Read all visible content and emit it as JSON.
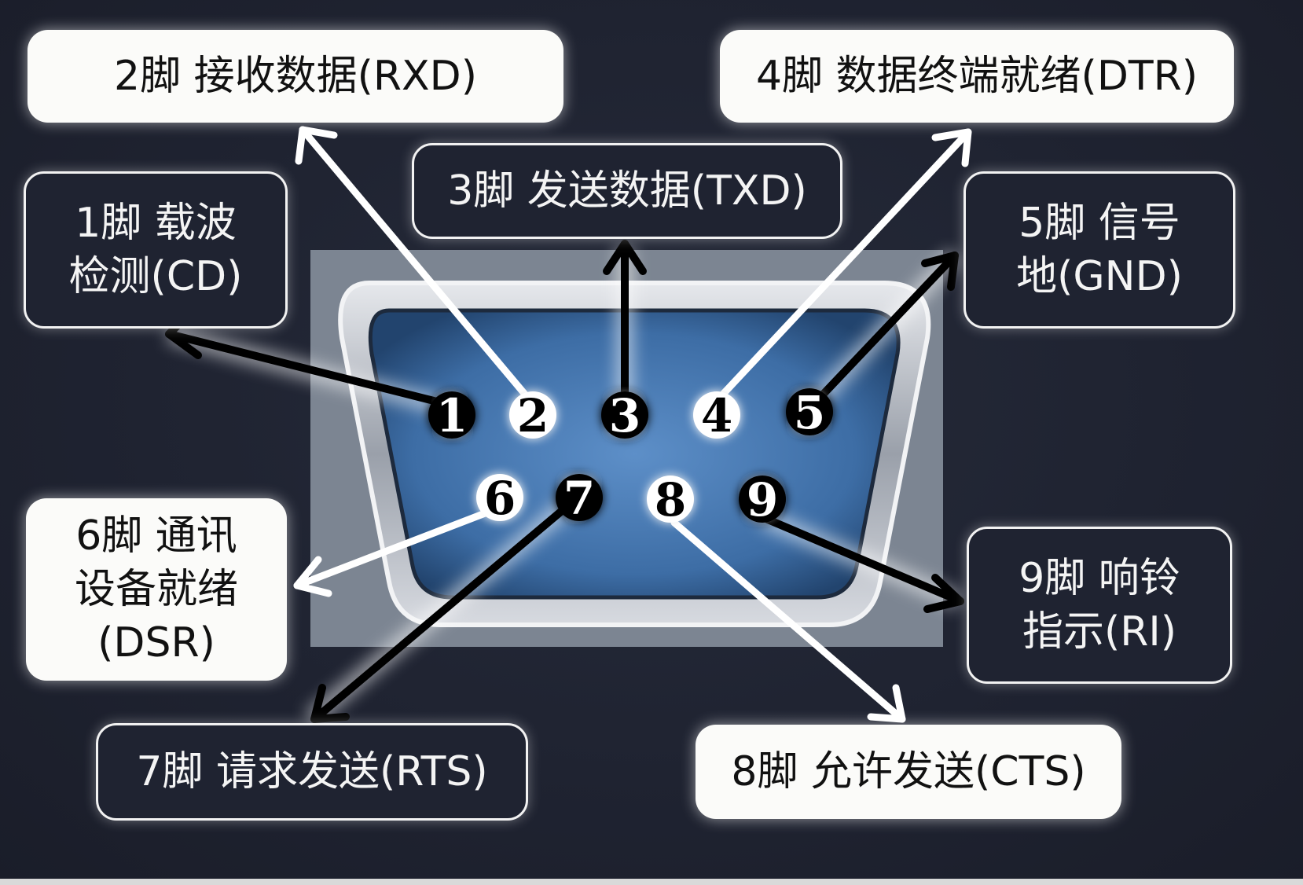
{
  "pins": [
    {
      "number": "1",
      "style": "dark-on-light",
      "label_lines": [
        "1脚  载波",
        "检测(CD)"
      ],
      "box": "dark"
    },
    {
      "number": "2",
      "style": "light-on-dark",
      "label_lines": [
        "2脚  接收数据(RXD)"
      ],
      "box": "light"
    },
    {
      "number": "3",
      "style": "dark-on-light",
      "label_lines": [
        "3脚  发送数据(TXD)"
      ],
      "box": "dark"
    },
    {
      "number": "4",
      "style": "light-on-dark",
      "label_lines": [
        "4脚  数据终端就绪(DTR)"
      ],
      "box": "light"
    },
    {
      "number": "5",
      "style": "dark-on-light",
      "label_lines": [
        "5脚  信号",
        "地(GND)"
      ],
      "box": "dark"
    },
    {
      "number": "6",
      "style": "light-on-dark",
      "label_lines": [
        "6脚  通讯",
        "设备就绪",
        "(DSR)"
      ],
      "box": "light"
    },
    {
      "number": "7",
      "style": "dark-on-light",
      "label_lines": [
        "7脚  请求发送(RTS)"
      ],
      "box": "dark"
    },
    {
      "number": "8",
      "style": "light-on-dark",
      "label_lines": [
        "8脚  允许发送(CTS)"
      ],
      "box": "light"
    },
    {
      "number": "9",
      "style": "dark-on-light",
      "label_lines": [
        "9脚  响铃",
        "指示(RI)"
      ],
      "box": "dark"
    }
  ],
  "colors": {
    "background": "#1e2230",
    "connector_blue": "#3f6fa6",
    "metal": "#c9ccd2",
    "light_box": "#fbfbf9",
    "arrow_white": "#ffffff",
    "arrow_black": "#000000"
  }
}
